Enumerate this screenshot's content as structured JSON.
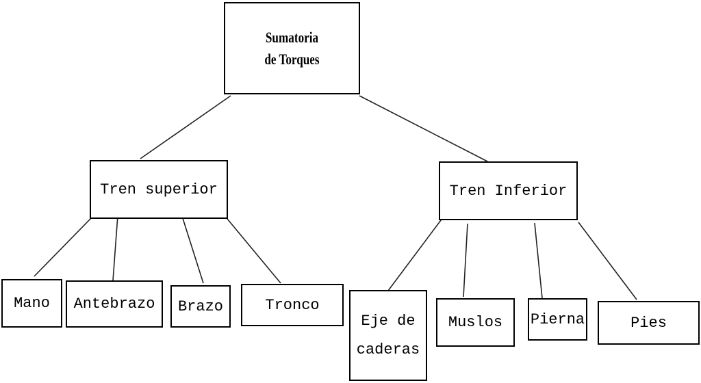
{
  "root": {
    "line1": "Sumatoria",
    "line2": "de Torques"
  },
  "upper": {
    "label": "Tren superior",
    "children": [
      "Mano",
      "Antebrazo",
      "Brazo",
      "Tronco"
    ]
  },
  "lower": {
    "label": "Tren Inferior",
    "children": [
      "Eje de caderas",
      "Muslos",
      "Pierna",
      "Pies"
    ],
    "eje_line1": "Eje de",
    "eje_line2": "caderas"
  }
}
